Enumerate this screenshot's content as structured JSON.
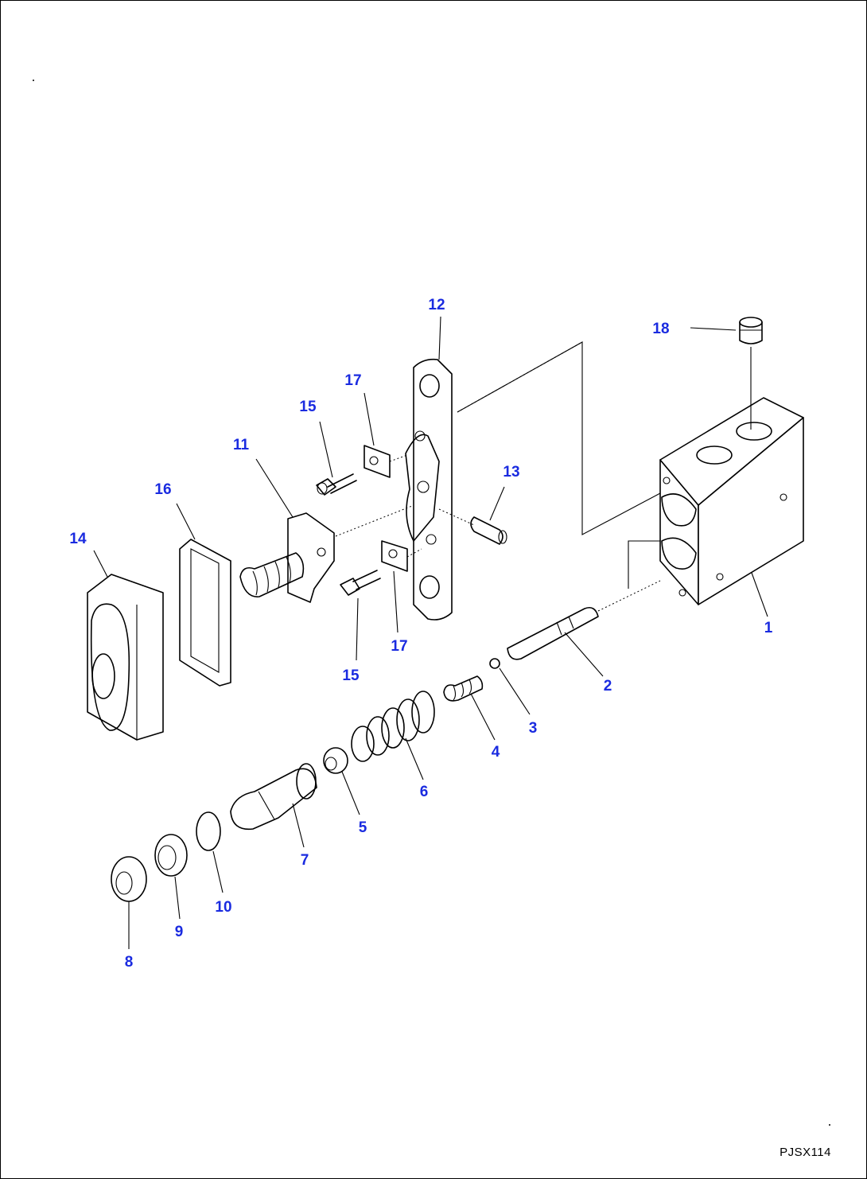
{
  "callouts": {
    "p1": "1",
    "p2": "2",
    "p3": "3",
    "p4": "4",
    "p5": "5",
    "p6": "6",
    "p7": "7",
    "p8": "8",
    "p9": "9",
    "p10": "10",
    "p11": "11",
    "p12": "12",
    "p13": "13",
    "p14": "14",
    "p15a": "15",
    "p15b": "15",
    "p16": "16",
    "p17a": "17",
    "p17b": "17",
    "p18": "18"
  },
  "drawing_code": "PJSX114",
  "colors": {
    "callout": "#1a2be0",
    "line": "#000000",
    "background": "#ffffff"
  }
}
